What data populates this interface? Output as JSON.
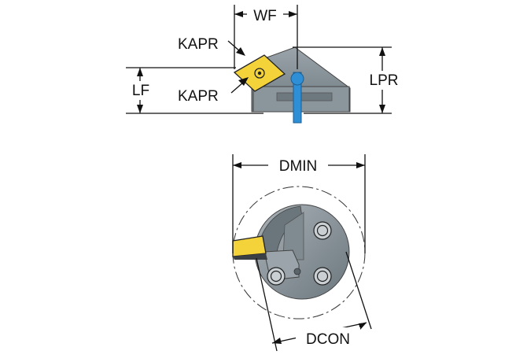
{
  "labels": {
    "wf": "WF",
    "kapr_top": "KAPR",
    "kapr_bottom": "KAPR",
    "lf": "LF",
    "lpr": "LPR",
    "dmin": "DMIN",
    "dcon": "DCON"
  },
  "colors": {
    "body_gray": "#8a959c",
    "body_dark": "#5f6a71",
    "body_light": "#b4bcc1",
    "insert_yellow": "#f3d23a",
    "coolant_blue": "#2f8fd6",
    "line": "#111111",
    "circle_dash": "#333333"
  }
}
